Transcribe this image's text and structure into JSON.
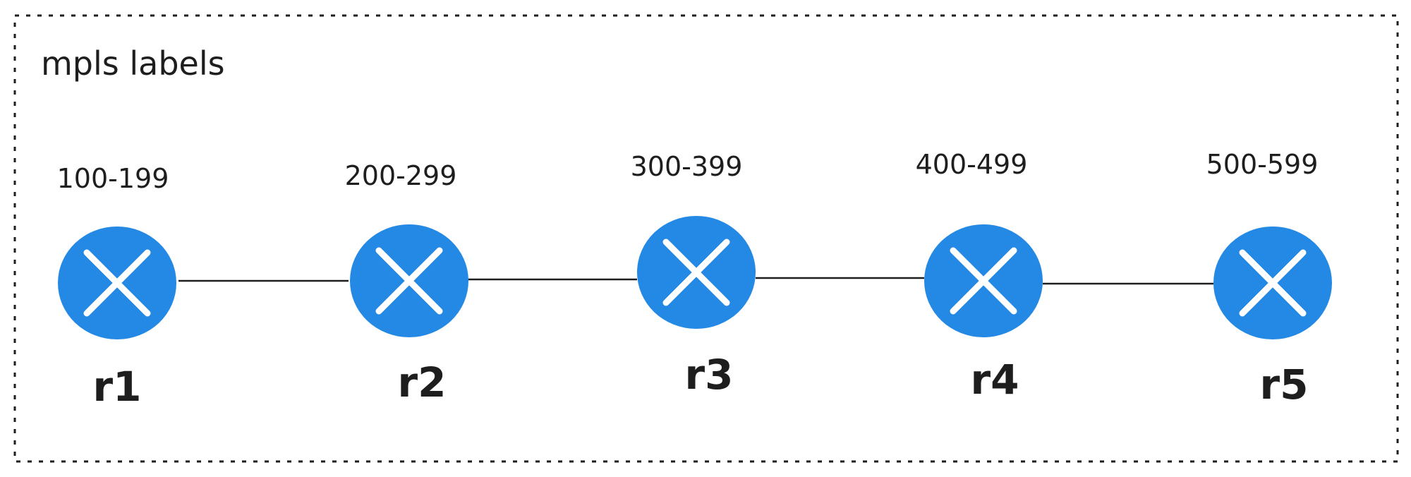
{
  "frame": {
    "title": "mpls labels"
  },
  "style": {
    "router_fill": "#2389e5",
    "router_cross": "#ffffff",
    "link_color": "#1e1e1e",
    "frame_border": "#1e1e1e"
  },
  "routers": [
    {
      "name": "r1",
      "label_range": "100-199",
      "icon": "router-icon"
    },
    {
      "name": "r2",
      "label_range": "200-299",
      "icon": "router-icon"
    },
    {
      "name": "r3",
      "label_range": "300-399",
      "icon": "router-icon"
    },
    {
      "name": "r4",
      "label_range": "400-499",
      "icon": "router-icon"
    },
    {
      "name": "r5",
      "label_range": "500-599",
      "icon": "router-icon"
    }
  ],
  "links": [
    {
      "from": "r1",
      "to": "r2"
    },
    {
      "from": "r2",
      "to": "r3"
    },
    {
      "from": "r3",
      "to": "r4"
    },
    {
      "from": "r4",
      "to": "r5"
    }
  ]
}
